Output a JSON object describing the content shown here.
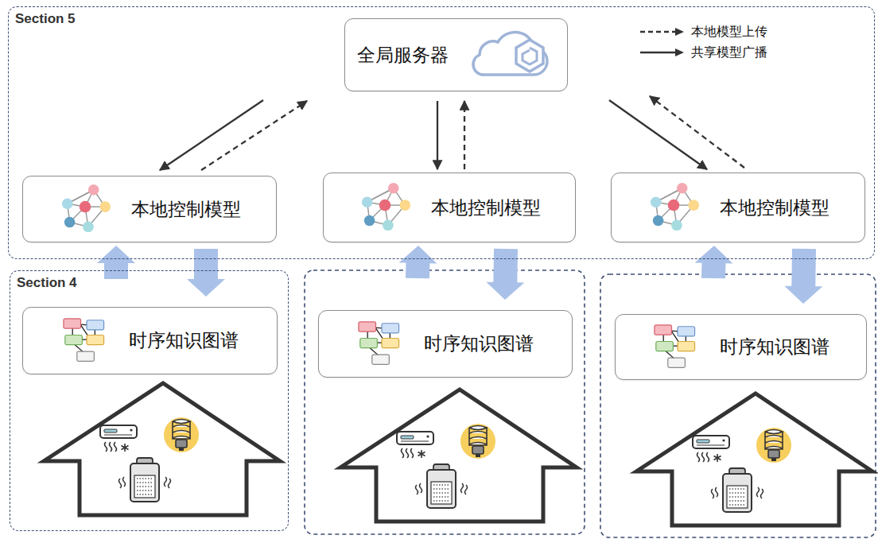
{
  "diagram": {
    "nodes": [
      {
        "text": [
          "Section 5"
        ]
      },
      {
        "text": [
          "全局服务器"
        ],
        "in": 0
      },
      {
        "text": [
          "本地控制模型"
        ],
        "in": 0
      },
      {
        "text": [
          "本地控制模型"
        ],
        "in": 0
      },
      {
        "text": [
          "本地控制模型"
        ],
        "in": 0
      },
      {
        "text": [
          "Section 4"
        ]
      },
      {
        "text": [
          "时序知识图谱"
        ],
        "in": 5
      },
      {
        "text": [
          "时序知识图谱"
        ]
      },
      {
        "text": [
          "时序知识图谱"
        ]
      }
    ],
    "edges": [
      {
        "from": 1,
        "to": 2,
        "arrow": "to"
      },
      {
        "from": 2,
        "to": 1,
        "arrow": "to"
      },
      {
        "from": 1,
        "to": 3,
        "arrow": "to"
      },
      {
        "from": 3,
        "to": 1,
        "arrow": "to"
      },
      {
        "from": 1,
        "to": 4,
        "arrow": "to"
      },
      {
        "from": 4,
        "to": 1,
        "arrow": "to"
      },
      {
        "from": 2,
        "to": 6,
        "arrow": "to"
      },
      {
        "from": 6,
        "to": 2,
        "arrow": "to"
      },
      {
        "from": 3,
        "to": 7,
        "arrow": "to"
      },
      {
        "from": 7,
        "to": 3,
        "arrow": "to"
      },
      {
        "from": 4,
        "to": 8,
        "arrow": "to"
      },
      {
        "from": 8,
        "to": 4,
        "arrow": "to"
      }
    ],
    "legend": [
      {
        "text": "本地模型上传"
      },
      {
        "text": "共享模型广播"
      }
    ]
  }
}
